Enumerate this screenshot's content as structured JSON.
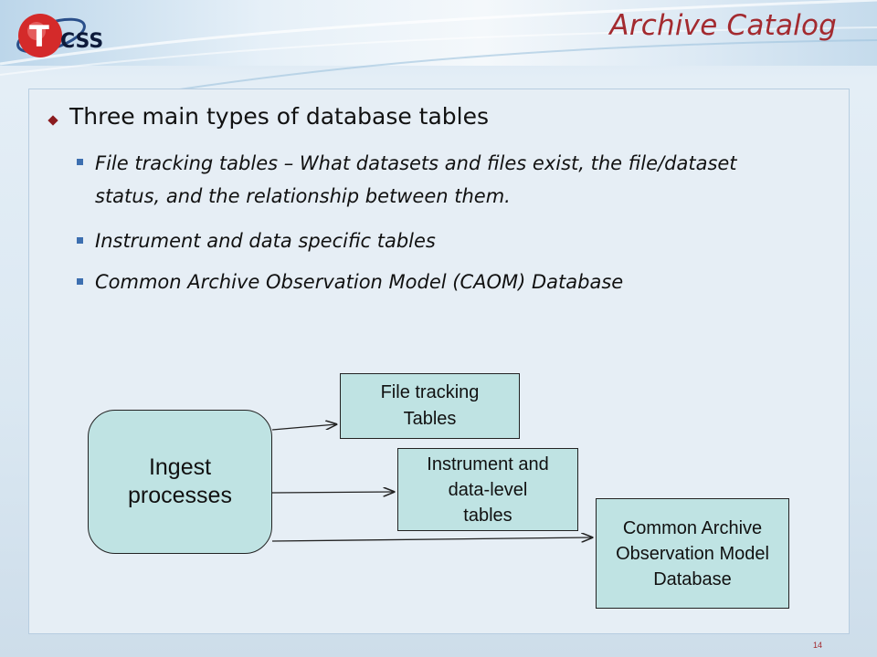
{
  "header": {
    "logo_text": "TCSS",
    "title": "Archive Catalog"
  },
  "content": {
    "bullet": "Three main types of database tables",
    "sub_items": [
      "File tracking tables – What datasets and files exist, the file/dataset status, and the relationship between them.",
      "Instrument and data specific tables",
      "Common Archive Observation Model (CAOM) Database"
    ]
  },
  "diagram": {
    "source": "Ingest\nprocesses",
    "targets": [
      "File tracking\nTables",
      "Instrument and\ndata-level\ntables",
      "Common Archive\nObservation Model\nDatabase"
    ]
  },
  "footer": {
    "page_number": "14"
  },
  "colors": {
    "title": "#a32a2f",
    "box_fill": "#bfe3e3",
    "bullet_square": "#3d6fb0",
    "diamond": "#8b1b1f"
  }
}
